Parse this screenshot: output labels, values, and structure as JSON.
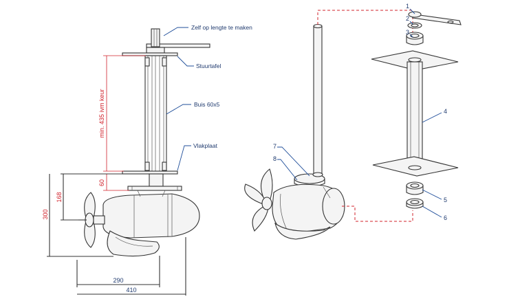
{
  "left_view": {
    "callouts": {
      "zelf": "Zelf op lengte te maken",
      "stuurtafel": "Stuurtafel",
      "buis": "Buis 60x5",
      "vlakplaat": "Vlakplaat"
    },
    "dimensions": {
      "min_length": "min. 435 ivm keur",
      "flange": "60",
      "height_168": "168",
      "height_300": "300",
      "width_290": "290",
      "width_410": "410"
    }
  },
  "right_view": {
    "part_numbers": [
      "1",
      "2",
      "3",
      "4",
      "5",
      "6",
      "7",
      "8"
    ]
  },
  "colors": {
    "ink": "#333333",
    "callout": "#1f4e9a",
    "dimension_red": "#d0202a",
    "dimension_blue": "#1f3a6e"
  }
}
